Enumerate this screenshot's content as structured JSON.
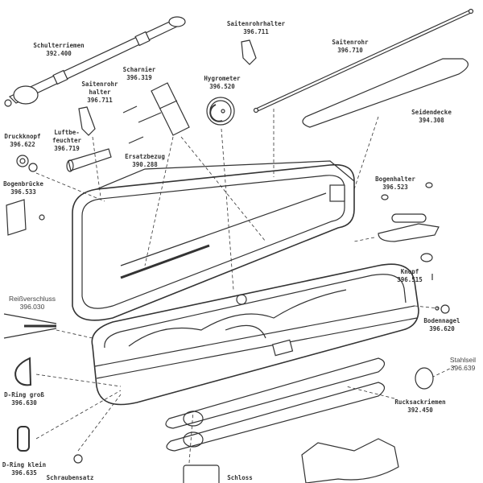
{
  "parts": {
    "schulterriemen": {
      "name": "Schulterriemen",
      "number": "392.400"
    },
    "saitenrohrhalter_top": {
      "name": "Saitenrohrhalter",
      "number": "396.711"
    },
    "saitenrohr": {
      "name": "Saitenrohr",
      "number": "396.710"
    },
    "scharnier": {
      "name": "Scharnier",
      "number": "396.319"
    },
    "hygrometer": {
      "name": "Hygrometer",
      "number": "396.520"
    },
    "saitenrohrhalter_left": {
      "name1": "Saitenrohr",
      "name2": "halter",
      "number": "396.711"
    },
    "seidendecke": {
      "name": "Seidendecke",
      "number": "394.308"
    },
    "druckknopf": {
      "name": "Druckknopf",
      "number": "396.622"
    },
    "luftbefeuchter": {
      "name1": "Luftbe-",
      "name2": "feuchter",
      "number": "396.719"
    },
    "ersatzbezug": {
      "name": "Ersatzbezug",
      "number": "390.288"
    },
    "bogenbruecke": {
      "name": "Bogenbrücke",
      "number": "396.533"
    },
    "bogenhalter": {
      "name": "Bogenhalter",
      "number": "396.523"
    },
    "knopf": {
      "name": "Knopf",
      "number": "396.515"
    },
    "reissverschluss": {
      "name": "Reißverschluss",
      "number": "396.030"
    },
    "bodennagel": {
      "name": "Bodennagel",
      "number": "396.620"
    },
    "stahlseil": {
      "name": "Stahlseil",
      "number": "396.639"
    },
    "d_ring_gross": {
      "name": "D-Ring groß",
      "number": "396.630"
    },
    "rucksackriemen": {
      "name": "Rucksackriemen",
      "number": "392.450"
    },
    "d_ring_klein": {
      "name": "D-Ring klein",
      "number": "396.635"
    },
    "schraubensatz": {
      "name": "Schraubensatz"
    },
    "schloss": {
      "name": "Schloss"
    }
  }
}
